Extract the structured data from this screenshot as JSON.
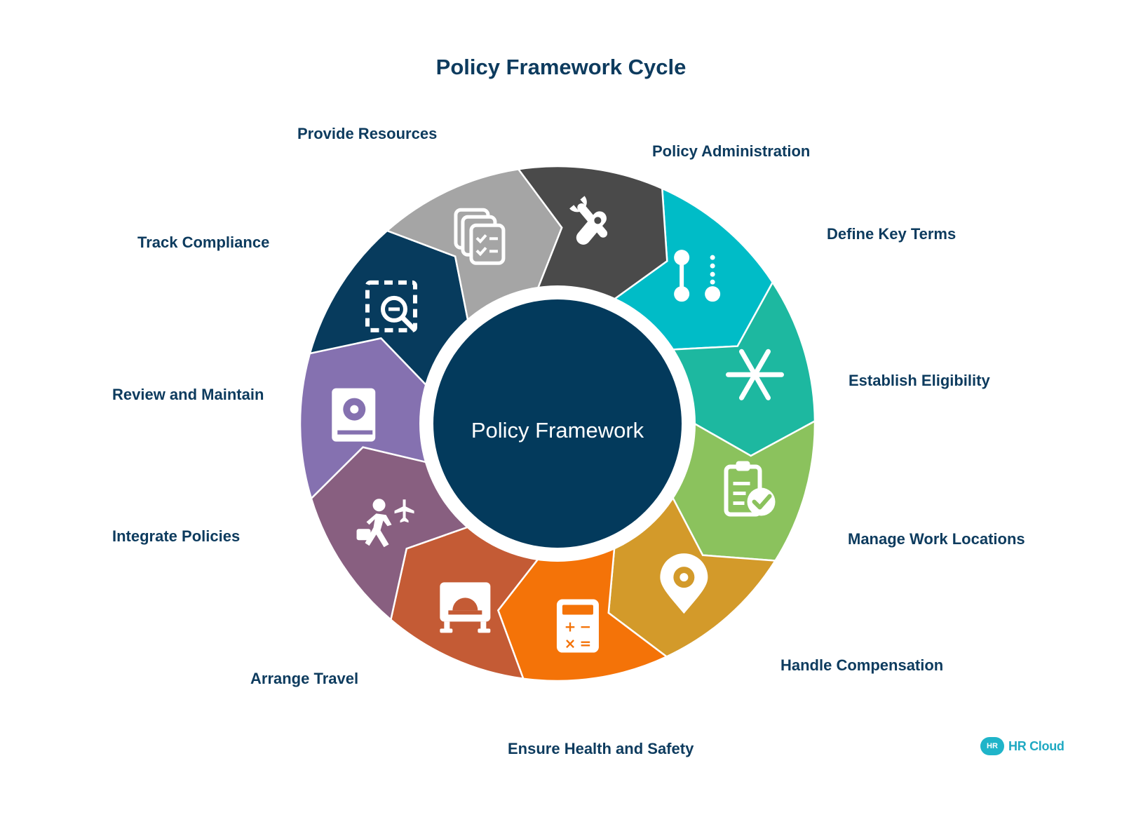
{
  "title": "Policy Framework Cycle",
  "center": {
    "label": "Policy Framework",
    "color": "#033a5c"
  },
  "steps": [
    {
      "label": "Policy Administration",
      "icon": "steps-toggle-icon",
      "color": "#00bcc7"
    },
    {
      "label": "Define Key Terms",
      "icon": "asterisk-icon",
      "color": "#1db8a0"
    },
    {
      "label": "Establish Eligibility",
      "icon": "clipboard-check-icon",
      "color": "#8bc25d"
    },
    {
      "label": "Manage Work Locations",
      "icon": "location-gear-icon",
      "color": "#d39a2a"
    },
    {
      "label": "Handle Compensation",
      "icon": "calculator-icon",
      "color": "#f47308"
    },
    {
      "label": "Ensure Health and Safety",
      "icon": "hard-hat-sign-icon",
      "color": "#c45b35"
    },
    {
      "label": "Arrange Travel",
      "icon": "traveler-plane-icon",
      "color": "#885f80"
    },
    {
      "label": "Integrate Policies",
      "icon": "policy-book-icon",
      "color": "#8571b0"
    },
    {
      "label": "Review and Maintain",
      "icon": "search-frame-icon",
      "color": "#073b5d"
    },
    {
      "label": "Track Compliance",
      "icon": "checklist-stack-icon",
      "color": "#a5a5a5"
    },
    {
      "label": "Provide Resources",
      "icon": "tools-icon",
      "color": "#4a4a4a"
    }
  ],
  "logo": {
    "badge": "HR",
    "text": "HR Cloud"
  }
}
